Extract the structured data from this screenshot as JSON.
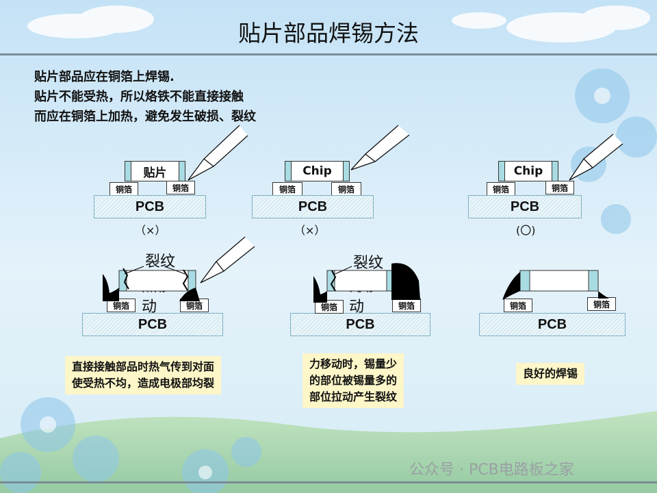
{
  "title": "贴片部品焊锡方法",
  "intro": [
    "贴片部品应在铜箔上焊锡.",
    "贴片不能受热，所以烙铁不能直接接触",
    "而应在铜箔上加热，避免发生破损、裂纹"
  ],
  "pcb_label": "PCB",
  "pad_label": "铜箔",
  "diagrams": {
    "d1": {
      "chip": "贴片",
      "mark": "（×）"
    },
    "d2": {
      "chip": "Chip",
      "mark": "（×）"
    },
    "d3": {
      "chip": "Chip",
      "mark": "(〇)"
    },
    "d4": {
      "crack": "裂纹",
      "heat": "热移",
      "heat2": "动"
    },
    "d5": {
      "crack": "裂纹",
      "force": "力移",
      "force2": "动"
    }
  },
  "notes": {
    "n1": [
      "直接接触部品时热气传到对面",
      "使受热不均，造成电极部均裂"
    ],
    "n2": [
      "力移动时，锡量少",
      "的部位被锡量多的",
      "部位拉动产生裂纹"
    ],
    "n3": [
      "良好的焊锡"
    ]
  },
  "watermark": "公众号 · PCB电路板之家",
  "colors": {
    "sky": "#cfe8f6",
    "pcb_hatch": "#c9e3ee",
    "note_bg": "#fcf6c8",
    "cap": "#a9dbe3",
    "solder": "#000000"
  }
}
